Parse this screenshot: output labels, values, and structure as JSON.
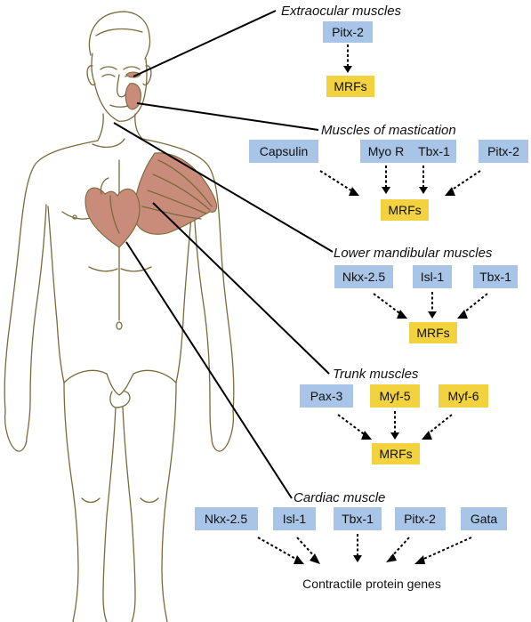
{
  "colors": {
    "regulator_box": "#a8c4e6",
    "mrf_box": "#f2d23e",
    "muscle_fill": "#c98b7a",
    "outline": "#7a6a3a"
  },
  "groups": {
    "extraocular": {
      "title": "Extraocular muscles",
      "regulators": [
        "Pitx-2"
      ],
      "target": "MRFs"
    },
    "mastication": {
      "title": "Muscles of mastication",
      "regulators": [
        "Capsulin",
        "Myo R",
        "Tbx-1",
        "Pitx-2"
      ],
      "target": "MRFs"
    },
    "lower_mandibular": {
      "title": "Lower mandibular muscles",
      "regulators": [
        "Nkx-2.5",
        "Isl-1",
        "Tbx-1"
      ],
      "target": "MRFs"
    },
    "trunk": {
      "title": "Trunk muscles",
      "regulators": [
        "Pax-3",
        "Myf-5",
        "Myf-6"
      ],
      "target": "MRFs"
    },
    "cardiac": {
      "title": "Cardiac muscle",
      "regulators": [
        "Nkx-2.5",
        "Isl-1",
        "Tbx-1",
        "Pitx-2",
        "Gata"
      ],
      "target": "Contractile protein genes"
    }
  }
}
